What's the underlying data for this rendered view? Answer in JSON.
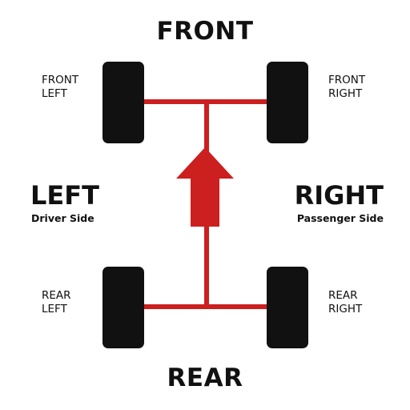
{
  "headings": {
    "front": "FRONT",
    "rear": "REAR"
  },
  "sides": {
    "left": {
      "title": "LEFT",
      "subtitle": "Driver Side"
    },
    "right": {
      "title": "RIGHT",
      "subtitle": "Passenger Side"
    }
  },
  "wheels": {
    "front_left": {
      "line1": "FRONT",
      "line2": "LEFT"
    },
    "front_right": {
      "line1": "FRONT",
      "line2": "RIGHT"
    },
    "rear_left": {
      "line1": "REAR",
      "line2": "LEFT"
    },
    "rear_right": {
      "line1": "REAR",
      "line2": "RIGHT"
    }
  },
  "colors": {
    "axle": "#cc1f1f",
    "arrow": "#cc1f1f",
    "tire": "#111111",
    "text": "#111111"
  },
  "icons": {
    "direction": "arrow-up-icon"
  }
}
